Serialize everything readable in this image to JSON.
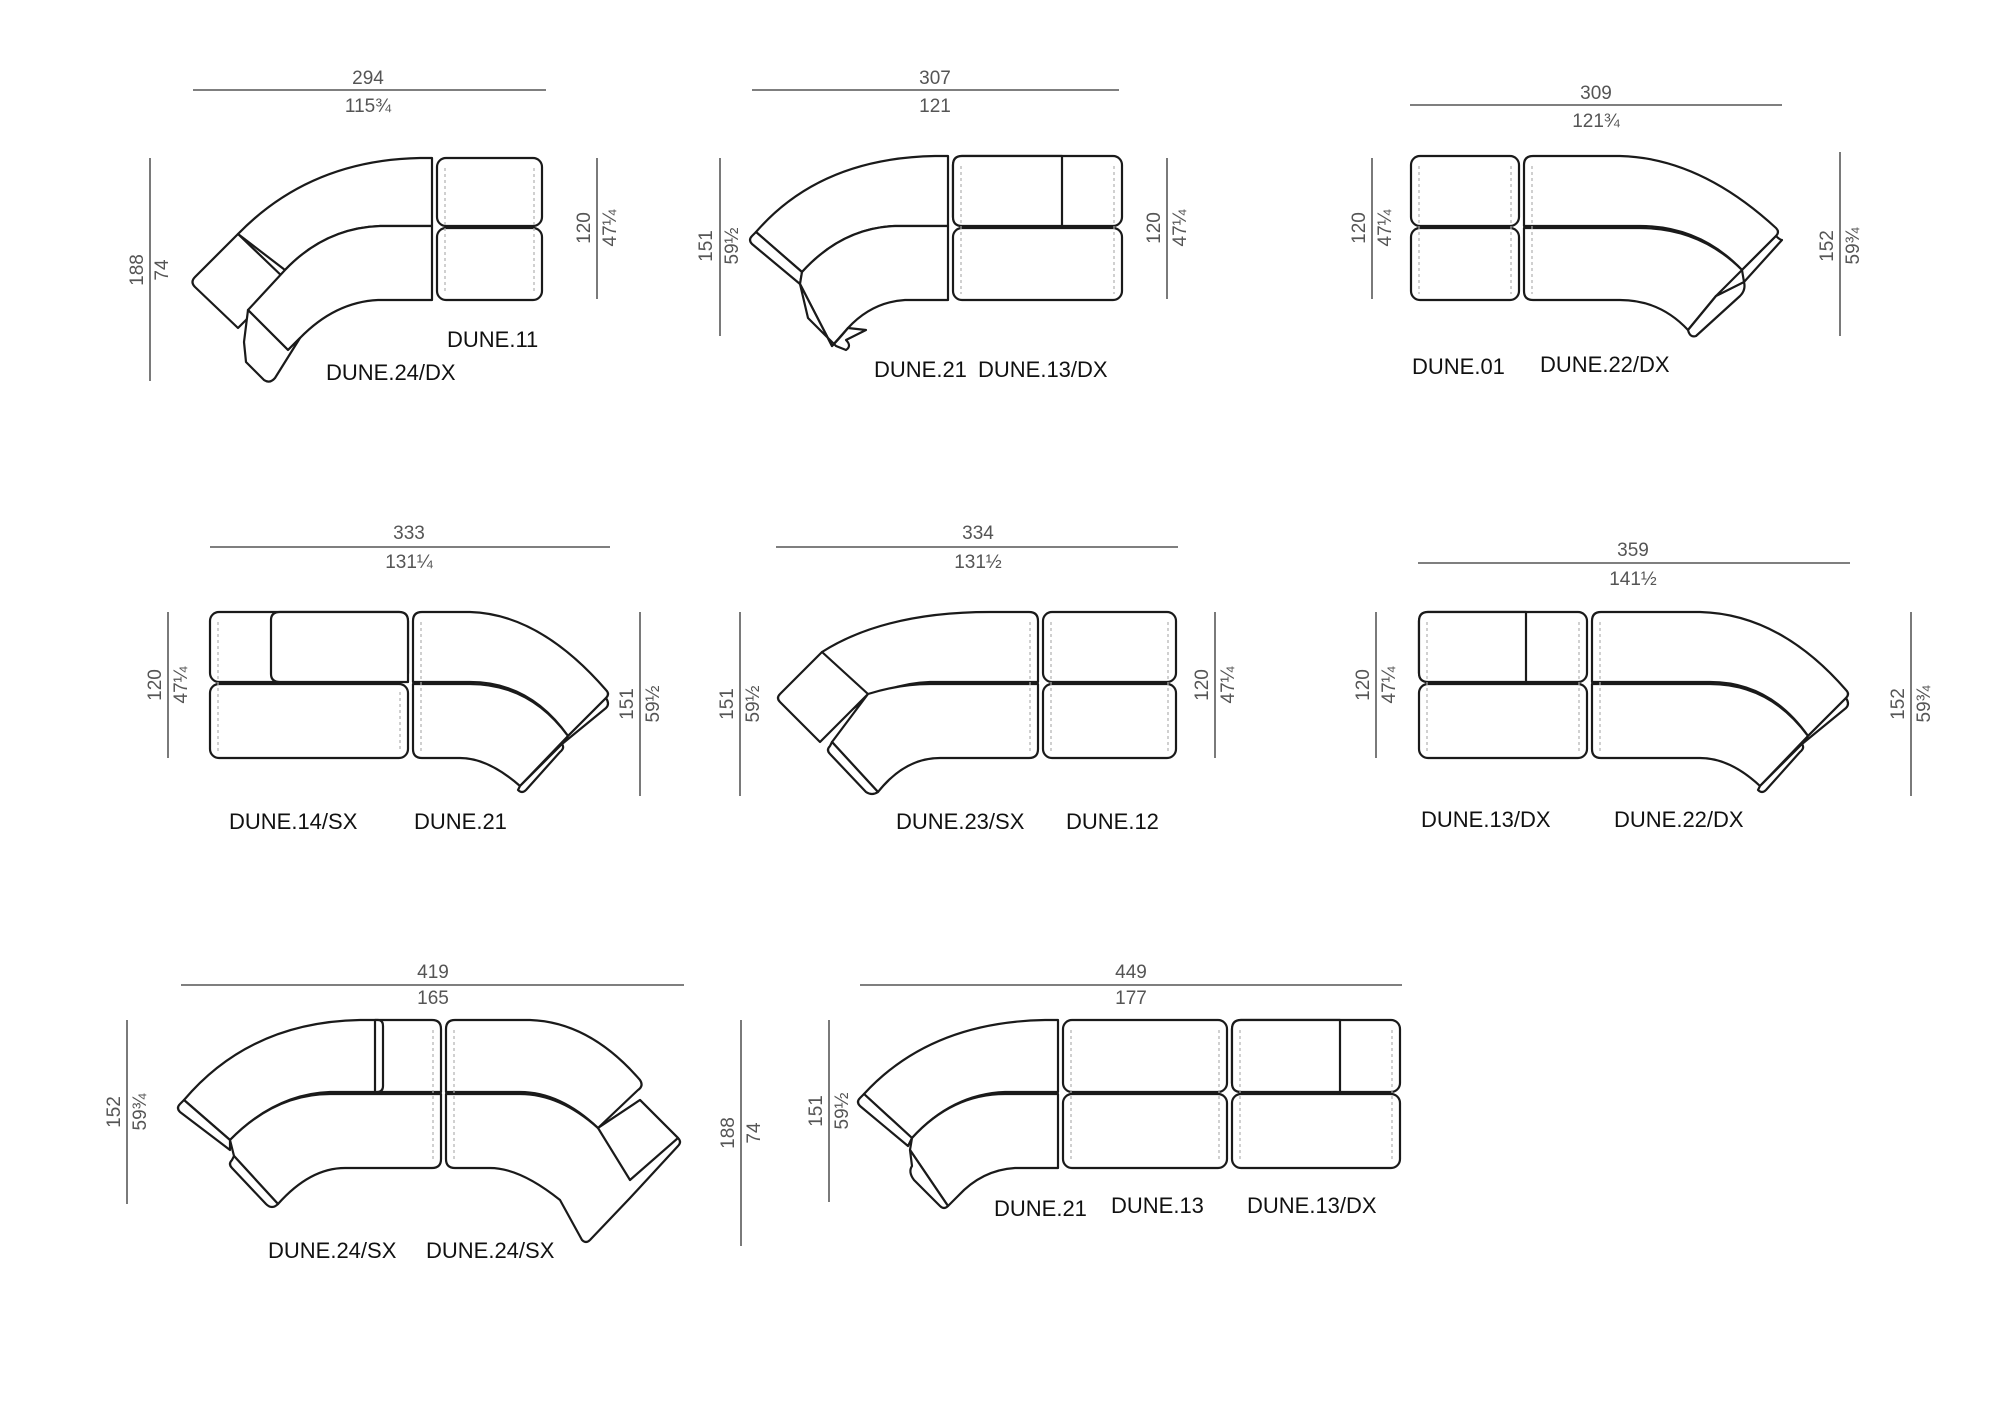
{
  "configurations": [
    {
      "id": "c1",
      "width_cm": "294",
      "width_in": "115¾",
      "left_cm": "188",
      "left_in": "74",
      "right_cm": "120",
      "right_in": "47¼",
      "labels": [
        "DUNE.11",
        "DUNE.24/DX"
      ]
    },
    {
      "id": "c2",
      "width_cm": "307",
      "width_in": "121",
      "left_cm": "151",
      "left_in": "59½",
      "right_cm": "120",
      "right_in": "47¼",
      "labels": [
        "DUNE.21",
        "DUNE.13/DX"
      ]
    },
    {
      "id": "c3",
      "width_cm": "309",
      "width_in": "121¾",
      "left_cm": "120",
      "left_in": "47¼",
      "right_cm": "152",
      "right_in": "59¾",
      "labels": [
        "DUNE.01",
        "DUNE.22/DX"
      ]
    },
    {
      "id": "c4",
      "width_cm": "333",
      "width_in": "131¼",
      "left_cm": "120",
      "left_in": "47¼",
      "right_cm": "151",
      "right_in": "59½",
      "labels": [
        "DUNE.14/SX",
        "DUNE.21"
      ]
    },
    {
      "id": "c5",
      "width_cm": "334",
      "width_in": "131½",
      "left_cm": "151",
      "left_in": "59½",
      "right_cm": "120",
      "right_in": "47¼",
      "labels": [
        "DUNE.23/SX",
        "DUNE.12"
      ]
    },
    {
      "id": "c6",
      "width_cm": "359",
      "width_in": "141½",
      "left_cm": "120",
      "left_in": "47¼",
      "right_cm": "152",
      "right_in": "59¾",
      "labels": [
        "DUNE.13/DX",
        "DUNE.22/DX"
      ]
    },
    {
      "id": "c7",
      "width_cm": "419",
      "width_in": "165",
      "left_cm": "152",
      "left_in": "59¾",
      "right_cm": "188",
      "right_in": "74",
      "labels": [
        "DUNE.24/SX",
        "DUNE.24/SX"
      ]
    },
    {
      "id": "c8",
      "width_cm": "449",
      "width_in": "177",
      "left_cm": "151",
      "left_in": "59½",
      "labels": [
        "DUNE.21",
        "DUNE.13",
        "DUNE.13/DX"
      ]
    }
  ]
}
